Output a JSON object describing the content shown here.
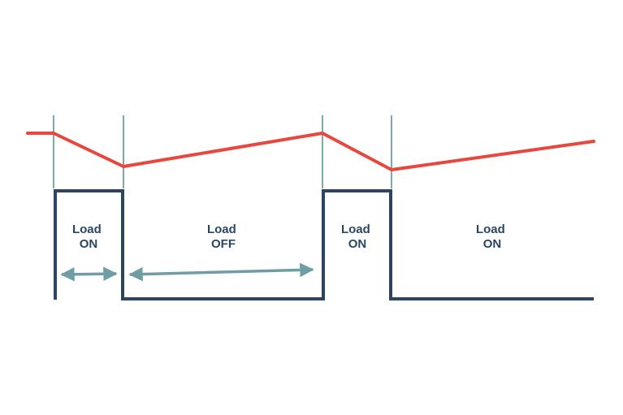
{
  "colors": {
    "background": "#ffffff",
    "voltage_trace": "#e8473f",
    "load_signal": "#2b4562",
    "marker_line": "#7fa9a9",
    "arrow": "#6e9ea4",
    "label_text": "#2b4562"
  },
  "regions": [
    {
      "line1": "Load",
      "line2": "ON"
    },
    {
      "line1": "Load",
      "line2": "OFF"
    },
    {
      "line1": "Load",
      "line2": "ON"
    },
    {
      "line1": "Load",
      "line2": "ON"
    }
  ]
}
